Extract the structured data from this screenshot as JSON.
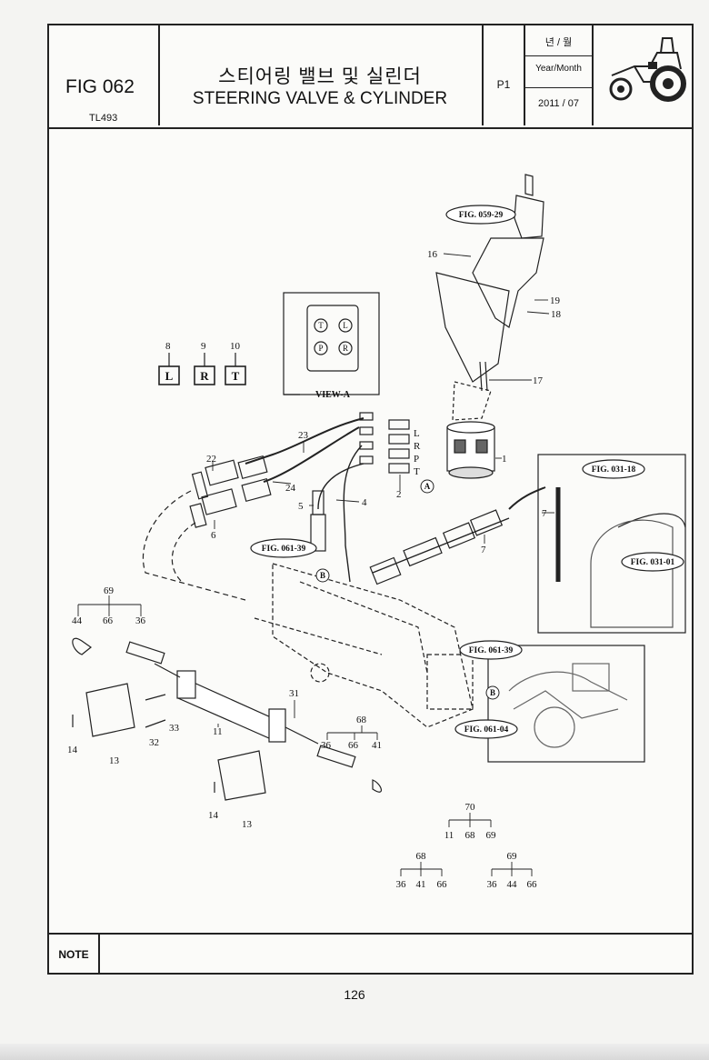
{
  "header": {
    "fig_number": "FIG 062",
    "model": "TL493",
    "title_ko": "스티어링 밸브 및 실린더",
    "title_en": "STEERING VALVE & CYLINDER",
    "page_ref": "P1",
    "year_month_ko": "년 / 월",
    "year_month_en": "Year/Month",
    "year_month_value": "2011 / 07"
  },
  "diagram": {
    "callouts": [
      {
        "id": "c1",
        "text": "1"
      },
      {
        "id": "c2",
        "text": "2"
      },
      {
        "id": "c4",
        "text": "4"
      },
      {
        "id": "c5",
        "text": "5"
      },
      {
        "id": "c6",
        "text": "6"
      },
      {
        "id": "c7a",
        "text": "7"
      },
      {
        "id": "c7b",
        "text": "7"
      },
      {
        "id": "c8",
        "text": "8"
      },
      {
        "id": "c9",
        "text": "9"
      },
      {
        "id": "c10",
        "text": "10"
      },
      {
        "id": "c11",
        "text": "11"
      },
      {
        "id": "c13a",
        "text": "13"
      },
      {
        "id": "c13b",
        "text": "13"
      },
      {
        "id": "c14a",
        "text": "14"
      },
      {
        "id": "c14b",
        "text": "14"
      },
      {
        "id": "c16",
        "text": "16"
      },
      {
        "id": "c17",
        "text": "17"
      },
      {
        "id": "c18",
        "text": "18"
      },
      {
        "id": "c19",
        "text": "19"
      },
      {
        "id": "c22",
        "text": "22"
      },
      {
        "id": "c23",
        "text": "23"
      },
      {
        "id": "c24",
        "text": "24"
      },
      {
        "id": "c31",
        "text": "31"
      },
      {
        "id": "c32",
        "text": "32"
      },
      {
        "id": "c33",
        "text": "33"
      },
      {
        "id": "c69",
        "text": "69"
      },
      {
        "id": "c44",
        "text": "44"
      },
      {
        "id": "c66a",
        "text": "66"
      },
      {
        "id": "c36a",
        "text": "36"
      },
      {
        "id": "c68",
        "text": "68"
      },
      {
        "id": "c36b",
        "text": "36"
      },
      {
        "id": "c66b",
        "text": "66"
      },
      {
        "id": "c41",
        "text": "41"
      }
    ],
    "ports": [
      "L",
      "R",
      "P",
      "T"
    ],
    "port_labels": {
      "l": "L",
      "r": "R",
      "t": "T"
    },
    "view_a_label": "VIEW-A",
    "view_a_ports": {
      "t": "T",
      "l": "L",
      "p": "P",
      "r": "R"
    },
    "markers": {
      "a1": "A",
      "b1": "B",
      "b2": "B"
    },
    "fig_refs": {
      "f059_29": "FIG. 059-29",
      "f061_39a": "FIG. 061-39",
      "f031_18": "FIG. 031-18",
      "f031_01": "FIG. 031-01",
      "f061_39b": "FIG. 061-39",
      "f061_04": "FIG. 061-04"
    },
    "kits": [
      {
        "parent": "70",
        "children": [
          "11",
          "68",
          "69"
        ]
      },
      {
        "parent": "68",
        "children": [
          "36",
          "41",
          "66"
        ]
      },
      {
        "parent": "69",
        "children": [
          "36",
          "44",
          "66"
        ]
      }
    ]
  },
  "note": {
    "label": "NOTE"
  },
  "page_number": "126"
}
